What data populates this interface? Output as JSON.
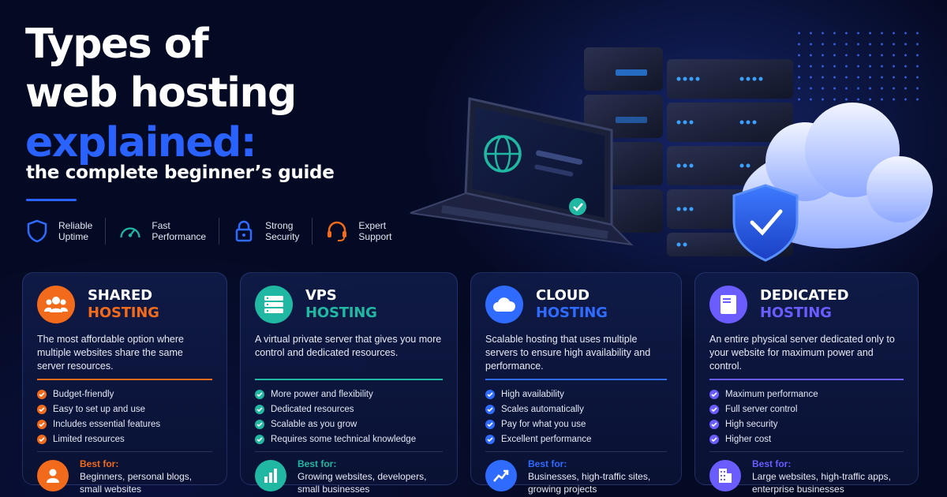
{
  "title": {
    "line1": "Types of",
    "line2": "web hosting",
    "line3": "explained:",
    "subtitle": "the complete beginner’s guide"
  },
  "colors": {
    "accent_blue": "#2a62ff",
    "shared_orange": "#f26a1b",
    "vps_teal": "#21b8a3",
    "cloud_blue": "#2f6bff",
    "dedicated_purple": "#6a5cff",
    "background": "#050a24"
  },
  "features": [
    {
      "icon": "shield-icon",
      "label": "Reliable\nUptime"
    },
    {
      "icon": "speedometer-icon",
      "label": "Fast\nPerformance"
    },
    {
      "icon": "lock-icon",
      "label": "Strong\nSecurity"
    },
    {
      "icon": "headset-icon",
      "label": "Expert\nSupport"
    }
  ],
  "cards": [
    {
      "icon": "users-icon",
      "title_top": "SHARED",
      "title_bottom": "HOSTING",
      "description": "The most affordable option where multiple websites share the same server resources.",
      "items": [
        "Budget-friendly",
        "Easy to set up and use",
        "Includes essential features",
        "Limited resources"
      ],
      "best_label": "Best for:",
      "best_text": "Beginners, personal blogs, small websites",
      "best_icon": "person-icon"
    },
    {
      "icon": "server-stack-icon",
      "title_top": "VPS",
      "title_bottom": "HOSTING",
      "description": "A virtual private server that gives you more control and dedicated resources.",
      "items": [
        "More power and flexibility",
        "Dedicated resources",
        "Scalable as you grow",
        "Requires some technical knowledge"
      ],
      "best_label": "Best for:",
      "best_text": "Growing websites, developers, small businesses",
      "best_icon": "bar-chart-icon"
    },
    {
      "icon": "cloud-icon",
      "title_top": "CLOUD",
      "title_bottom": "HOSTING",
      "description": "Scalable hosting that uses multiple servers to ensure high availability and performance.",
      "items": [
        "High availability",
        "Scales automatically",
        "Pay for what you use",
        "Excellent performance"
      ],
      "best_label": "Best for:",
      "best_text": "Businesses, high-traffic sites, growing projects",
      "best_icon": "trend-up-icon"
    },
    {
      "icon": "server-icon",
      "title_top": "DEDICATED",
      "title_bottom": "HOSTING",
      "description": "An entire physical server dedicated only to your website for maximum power and control.",
      "items": [
        "Maximum performance",
        "Full server control",
        "High security",
        "Higher cost"
      ],
      "best_label": "Best for:",
      "best_text": "Large websites, high-traffic apps, enterprise businesses",
      "best_icon": "building-icon"
    }
  ]
}
